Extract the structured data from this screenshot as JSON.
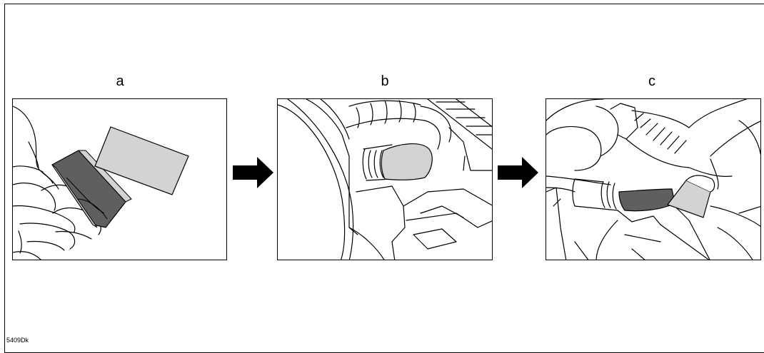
{
  "labels": {
    "a": "a",
    "b": "b",
    "c": "c"
  },
  "figure_code": "5409Dk",
  "colors": {
    "line": "#000000",
    "tape_dark": "#5f5f5f",
    "tape_light": "#d3d3d3",
    "background": "#ffffff"
  },
  "icons": {
    "step_arrow": "right-arrow-icon"
  }
}
